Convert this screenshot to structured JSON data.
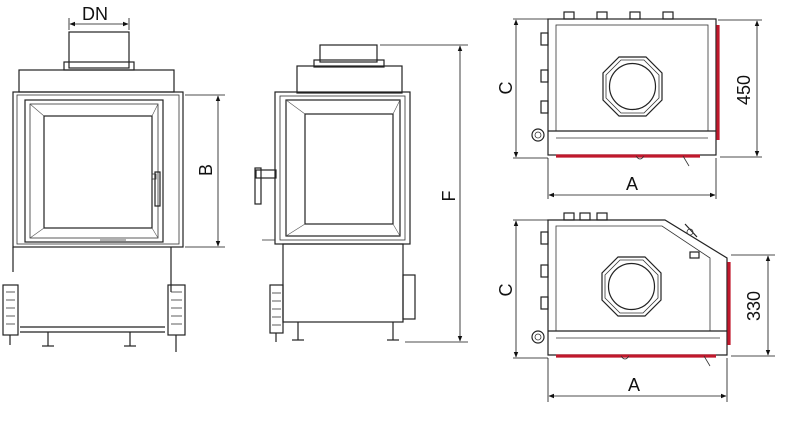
{
  "labels": {
    "dn": "DN",
    "b": "B",
    "f": "F",
    "c_top": "C",
    "dim_450": "450",
    "a_top": "A",
    "c_bottom": "C",
    "dim_330": "330",
    "a_bottom": "A"
  },
  "colors": {
    "line": "#222222",
    "accent_red": "#c0182c"
  }
}
